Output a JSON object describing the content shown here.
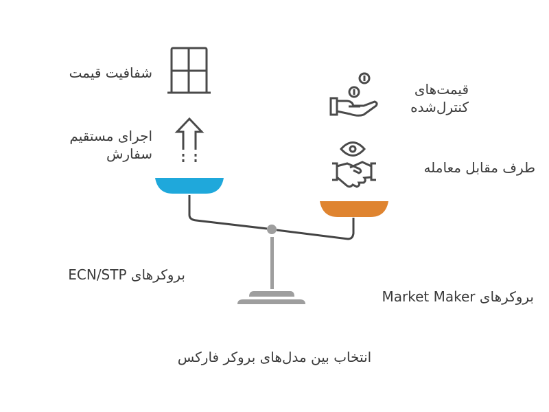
{
  "colors": {
    "left_pan": "#1fa8db",
    "right_pan": "#df8430",
    "beam": "#444444",
    "stand": "#9e9e9e",
    "icon": "#4a4a4a",
    "text": "#3a3a3a"
  },
  "left": {
    "price_transparency": "شفافیت قیمت",
    "direct_execution_line1": "اجرای مستقیم",
    "direct_execution_line2": "سفارش",
    "broker_label": "بروکرهای ECN/STP"
  },
  "right": {
    "controlled_prices_line1": "قیمت‌های",
    "controlled_prices_line2": "کنترل‌شده",
    "counterparty": "طرف مقابل معامله",
    "broker_label": "بروکرهای Market Maker"
  },
  "title": "انتخاب بین مدل‌های بروکر فارکس"
}
